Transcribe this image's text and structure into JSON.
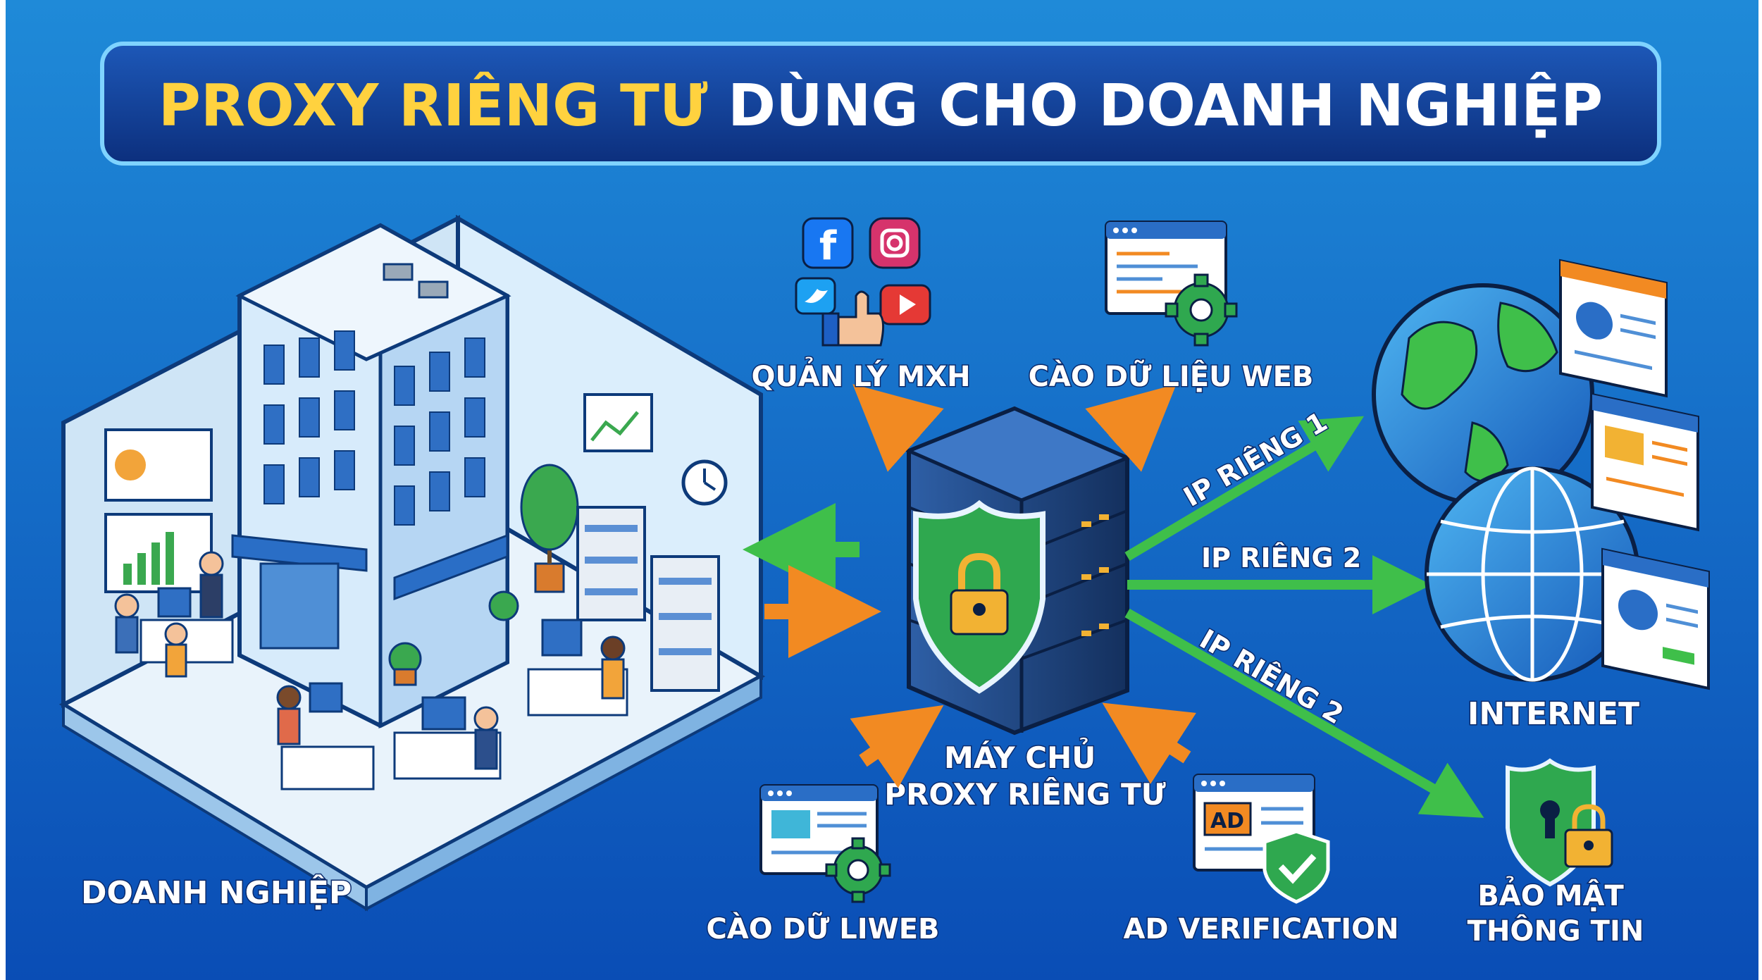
{
  "title": {
    "highlight": "PROXY RIÊNG TƯ",
    "rest": "DÙNG CHO DOANH NGHIỆP"
  },
  "nodes": {
    "business": "DOANH NGHIỆP",
    "proxy_line1": "MÁY CHỦ",
    "proxy_line2": "PROXY RIÊNG TƯ",
    "internet": "INTERNET",
    "security_line1": "BẢO MẬT",
    "security_line2": "THÔNG TIN"
  },
  "services": {
    "social": "QUẢN LÝ MXH",
    "scrape_top": "CÀO DỮ LIỆU WEB",
    "scrape_bottom": "CÀO DỮ LIWEB",
    "ad": "AD VERIFICATION",
    "ad_badge": "AD"
  },
  "edges": {
    "ip1": "IP RIÊNG 1",
    "ip2": "IP RIÊNG 2",
    "ip2b": "IP RIÊNG 2"
  },
  "colors": {
    "bg_top": "#1f88d6",
    "bg_bottom": "#0b4fb8",
    "title_yellow": "#ffd23f",
    "arrow_green": "#3fbf4a",
    "arrow_orange": "#f28a22",
    "shield_green": "#2fa84f",
    "lock_gold": "#f2b233"
  },
  "icons": [
    "facebook-icon",
    "instagram-icon",
    "twitter-icon",
    "youtube-icon",
    "thumbs-up-icon",
    "gear-icon",
    "browser-window-icon",
    "globe-icon",
    "shield-lock-icon",
    "check-badge-icon"
  ]
}
